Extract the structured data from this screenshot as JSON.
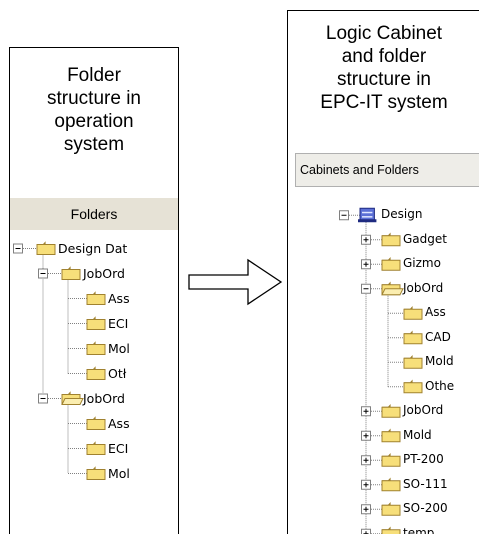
{
  "left_panel": {
    "caption": "Folder\nstructure in\noperation\nsystem",
    "header": "Folders",
    "tree": [
      {
        "label": "Design Dat",
        "depth": 0,
        "toggle": "minus",
        "open": false
      },
      {
        "label": "JobOrd",
        "depth": 1,
        "toggle": "minus",
        "open": false
      },
      {
        "label": "Ass",
        "depth": 2,
        "toggle": "none",
        "open": false
      },
      {
        "label": "ECI",
        "depth": 2,
        "toggle": "none",
        "open": false
      },
      {
        "label": "Mol",
        "depth": 2,
        "toggle": "none",
        "open": false
      },
      {
        "label": "Otł",
        "depth": 2,
        "toggle": "none",
        "open": false
      },
      {
        "label": "JobOrd",
        "depth": 1,
        "toggle": "minus",
        "open": true
      },
      {
        "label": "Ass",
        "depth": 2,
        "toggle": "none",
        "open": false
      },
      {
        "label": "ECI",
        "depth": 2,
        "toggle": "none",
        "open": false
      },
      {
        "label": "Mol",
        "depth": 2,
        "toggle": "none",
        "open": false
      }
    ]
  },
  "right_panel": {
    "caption": "Logic Cabinet\nand folder\nstructure in\nEPC-IT system",
    "header": "Cabinets and Folders",
    "tree": [
      {
        "label": "Design",
        "depth": 0,
        "toggle": "minus",
        "icon": "cabinet"
      },
      {
        "label": "Gadget",
        "depth": 1,
        "toggle": "plus",
        "icon": "folder"
      },
      {
        "label": "Gizmo",
        "depth": 1,
        "toggle": "plus",
        "icon": "folder"
      },
      {
        "label": "JobOrd",
        "depth": 1,
        "toggle": "minus",
        "icon": "folder-open"
      },
      {
        "label": "Ass",
        "depth": 2,
        "toggle": "none",
        "icon": "folder"
      },
      {
        "label": "CAD",
        "depth": 2,
        "toggle": "none",
        "icon": "folder"
      },
      {
        "label": "Mold",
        "depth": 2,
        "toggle": "none",
        "icon": "folder"
      },
      {
        "label": "Othe",
        "depth": 2,
        "toggle": "none",
        "icon": "folder"
      },
      {
        "label": "JobOrd",
        "depth": 1,
        "toggle": "plus",
        "icon": "folder"
      },
      {
        "label": "Mold",
        "depth": 1,
        "toggle": "plus",
        "icon": "folder"
      },
      {
        "label": "PT-200",
        "depth": 1,
        "toggle": "plus",
        "icon": "folder"
      },
      {
        "label": "SO-111",
        "depth": 1,
        "toggle": "plus",
        "icon": "folder"
      },
      {
        "label": "SO-200",
        "depth": 1,
        "toggle": "plus",
        "icon": "folder"
      },
      {
        "label": "temp",
        "depth": 1,
        "toggle": "plus",
        "icon": "folder"
      }
    ]
  },
  "colors": {
    "folder_fill": "#f7df7a",
    "folder_stroke": "#a08230",
    "cabinet_fill": "#5b6fd6",
    "cabinet_stroke": "#1e2a80",
    "tree_line": "#808080"
  },
  "icons": {
    "arrow": "right-arrow-icon",
    "folder": "folder-icon",
    "folder_open": "open-folder-icon",
    "cabinet": "cabinet-icon",
    "toggle_plus": "expand-plus-icon",
    "toggle_minus": "collapse-minus-icon"
  }
}
